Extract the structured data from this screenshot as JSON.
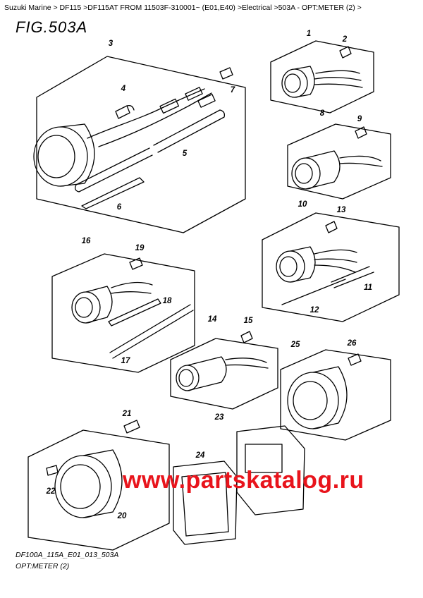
{
  "breadcrumb": "Suzuki Marine > DF115 >DF115AT FROM 11503F-310001~ (E01,E40) >Electrical >503A - OPT:METER (2) >",
  "figure_title": "FIG.503A",
  "callouts": {
    "c1": "1",
    "c2": "2",
    "c3": "3",
    "c4": "4",
    "c5": "5",
    "c6": "6",
    "c7": "7",
    "c8": "8",
    "c9": "9",
    "c10": "10",
    "c11": "11",
    "c12": "12",
    "c13": "13",
    "c14": "14",
    "c15": "15",
    "c16": "16",
    "c17": "17",
    "c18": "18",
    "c19": "19",
    "c20": "20",
    "c21": "21",
    "c22": "22",
    "c23": "23",
    "c24": "24",
    "c25": "25",
    "c26": "26"
  },
  "watermark": "www.partskatalog.ru",
  "footer": {
    "code": "DF100A_115A_E01_013_503A",
    "title": "OPT:METER (2)"
  }
}
